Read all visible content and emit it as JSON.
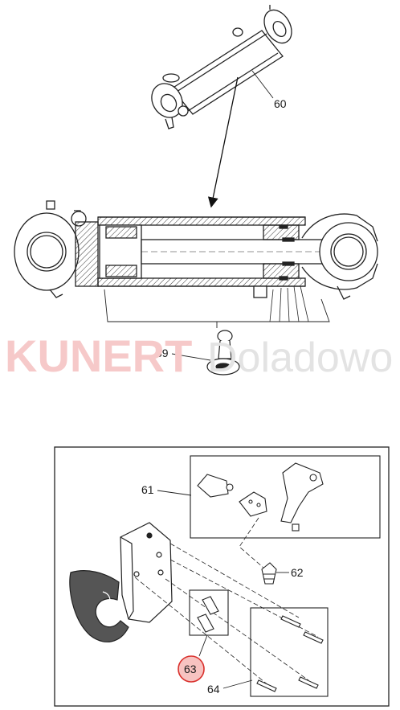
{
  "watermark": {
    "brand": "KUNERT",
    "suffix": "Doladowo",
    "brand_color": "#f6c9c9"
  },
  "callouts": {
    "c60": "60",
    "c59": "59",
    "c61": "61",
    "c62": "62",
    "c63": "63",
    "c64": "64"
  },
  "highlight_color": "#d9302c"
}
